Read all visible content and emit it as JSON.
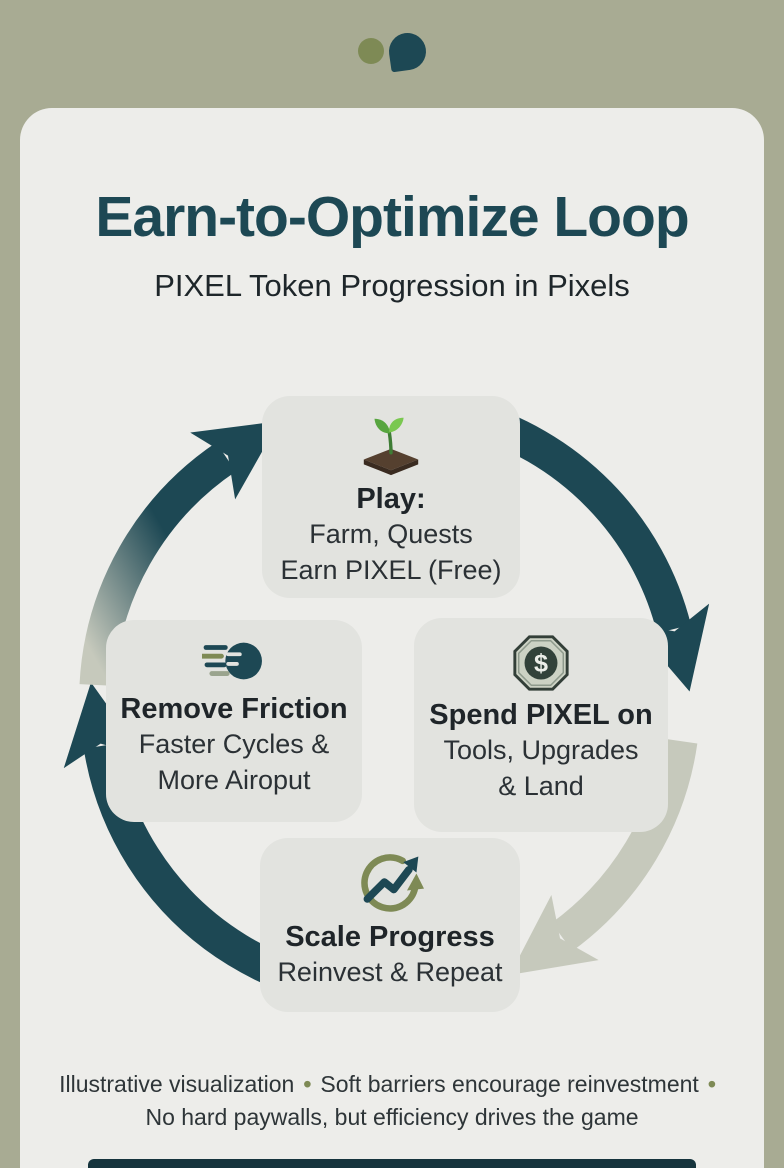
{
  "page": {
    "title": "Earn-to-Optimize Loop",
    "subtitle": "PIXEL Token Progression in Pixels"
  },
  "nodes": {
    "play": {
      "icon": "sprout-icon",
      "title": "Play:",
      "line1": "Farm, Quests",
      "line2": "Earn PIXEL (Free)"
    },
    "spend": {
      "icon": "dollar-coin-icon",
      "title": "Spend PIXEL on",
      "line1": "Tools, Upgrades",
      "line2": "& Land"
    },
    "friction": {
      "icon": "speed-icon",
      "title": "Remove Friction",
      "line1": "Faster Cycles &",
      "line2": "More Airoput"
    },
    "scale": {
      "icon": "growth-cycle-icon",
      "title": "Scale Progress",
      "line1": "Reinvest & Repeat"
    }
  },
  "footer": {
    "seg1": "Illustrative visualization",
    "bullet": "•",
    "seg2": "Soft barriers encourage reinvestment",
    "line2": "No hard paywalls, but efficiency drives the game"
  },
  "colors": {
    "outer_bg": "#a8ab93",
    "card_bg": "#ededea",
    "node_bg": "#e2e3df",
    "accent_teal": "#1d4854",
    "arc_gray": "#c6c9bc",
    "olive": "#7e8a55",
    "text_dark": "#21272b"
  }
}
